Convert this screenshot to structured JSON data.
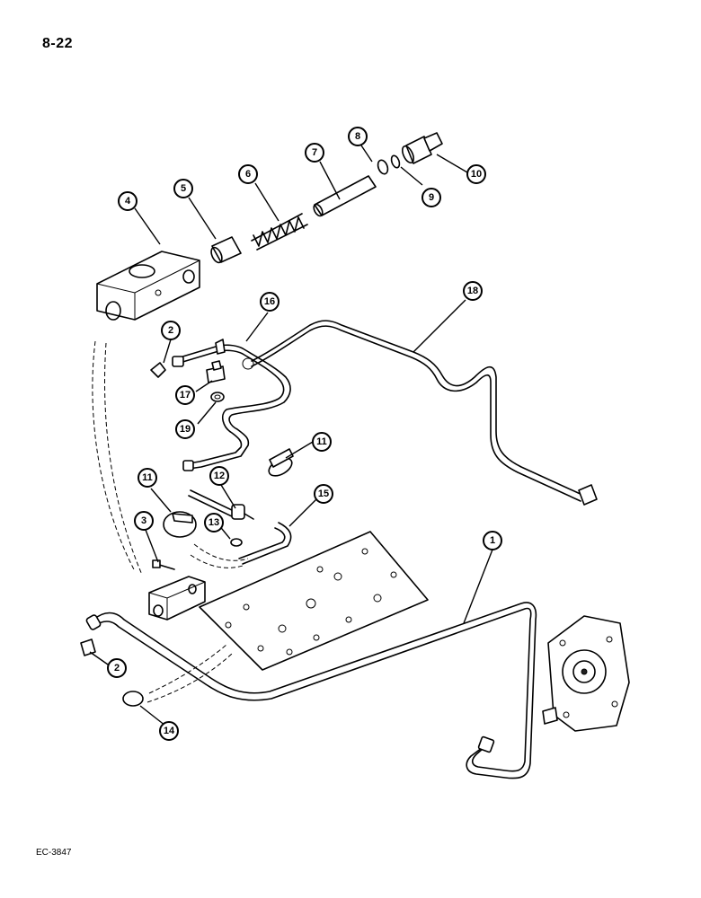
{
  "header": {
    "page_number": "8-22"
  },
  "footer": {
    "code": "EC-3847"
  },
  "callouts": [
    {
      "key": "c1",
      "label": "1"
    },
    {
      "key": "c2a",
      "label": "2"
    },
    {
      "key": "c2b",
      "label": "2"
    },
    {
      "key": "c3",
      "label": "3"
    },
    {
      "key": "c4",
      "label": "4"
    },
    {
      "key": "c5",
      "label": "5"
    },
    {
      "key": "c6",
      "label": "6"
    },
    {
      "key": "c7",
      "label": "7"
    },
    {
      "key": "c8",
      "label": "8"
    },
    {
      "key": "c9",
      "label": "9"
    },
    {
      "key": "c10",
      "label": "10"
    },
    {
      "key": "c11a",
      "label": "11"
    },
    {
      "key": "c11b",
      "label": "11"
    },
    {
      "key": "c12",
      "label": "12"
    },
    {
      "key": "c13",
      "label": "13"
    },
    {
      "key": "c14",
      "label": "14"
    },
    {
      "key": "c15",
      "label": "15"
    },
    {
      "key": "c16",
      "label": "16"
    },
    {
      "key": "c17",
      "label": "17"
    },
    {
      "key": "c18",
      "label": "18"
    },
    {
      "key": "c19",
      "label": "19"
    }
  ]
}
